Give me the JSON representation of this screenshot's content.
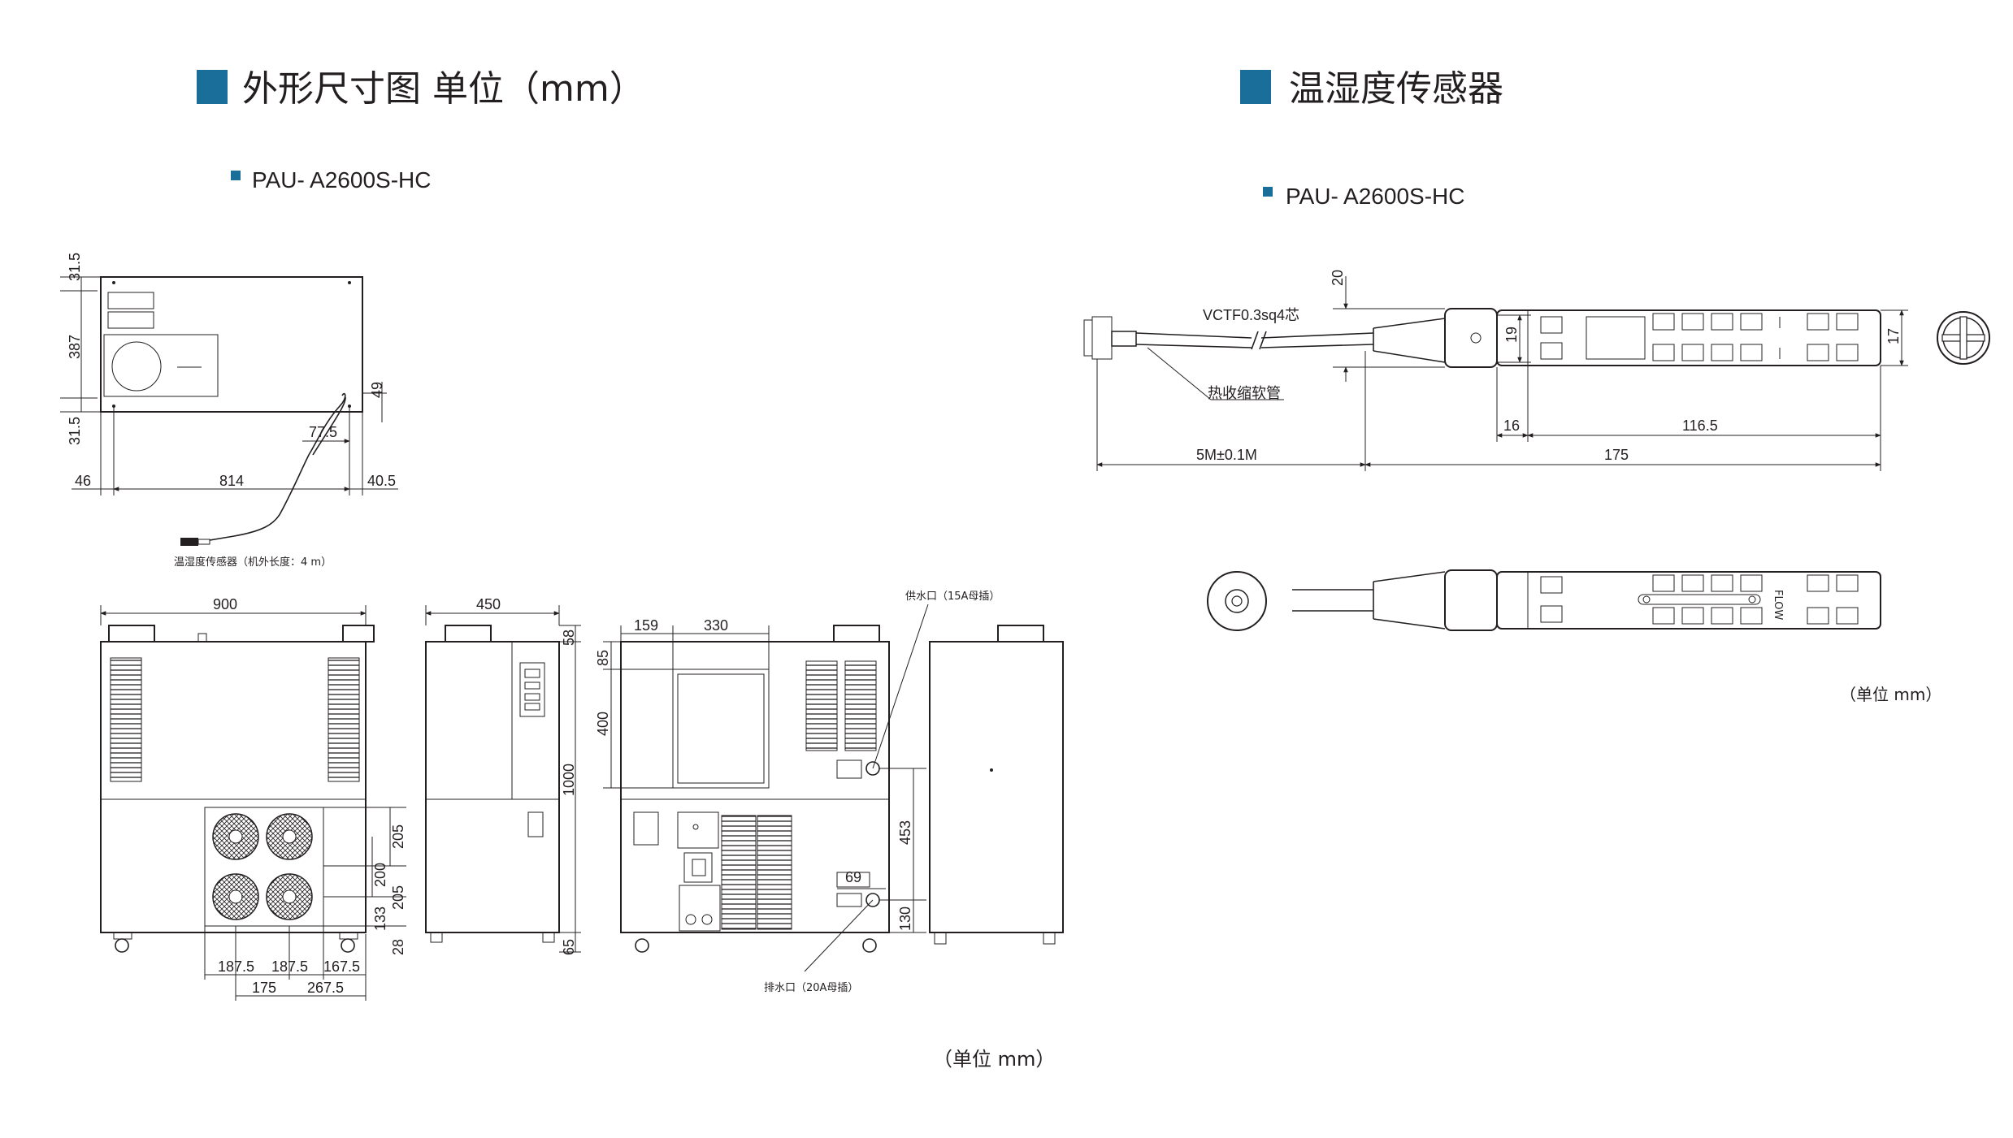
{
  "left": {
    "title": "外形尺寸图 单位（mm）",
    "model": "PAU- A2600S-HC",
    "top_view": {
      "dims": {
        "d31_5_top": "31.5",
        "d387": "387",
        "d31_5_bot": "31.5",
        "d49": "49",
        "d77_5": "77.5",
        "d46": "46",
        "d814": "814",
        "d40_5": "40.5"
      },
      "sensor_note": "温湿度传感器（机外长度：4 m）"
    },
    "front_view": {
      "dims": {
        "d900": "900",
        "d205a": "205",
        "d200": "200",
        "d205b": "205",
        "d133": "133",
        "d28": "28",
        "d187_5a": "187.5",
        "d187_5b": "187.5",
        "d167_5": "167.5",
        "d175": "175",
        "d267_5": "267.5"
      }
    },
    "side_view": {
      "dims": {
        "d450": "450",
        "d58": "58",
        "d1000": "1000",
        "d65": "65"
      }
    },
    "rear_view": {
      "dims": {
        "d159": "159",
        "d330": "330",
        "d85": "85",
        "d400": "400",
        "d453": "453",
        "d69": "69",
        "d130": "130"
      },
      "supply_label": "供水口（15A母插）",
      "drain_label": "排水口（20A母插）"
    },
    "unit_label": "（单位 mm）"
  },
  "right": {
    "title": "温湿度传感器",
    "model": "PAU- A2600S-HC",
    "sensor": {
      "cable_label": "VCTF0.3sq4芯",
      "tube_label": "热收缩软管",
      "flow_label": "FLOW",
      "dims": {
        "d20": "20",
        "d19": "19",
        "d17": "17",
        "d16": "16",
        "d116_5": "116.5",
        "d5m": "5M±0.1M",
        "d175": "175"
      }
    },
    "unit_label": "（单位 mm）"
  },
  "colors": {
    "accent": "#1a6f9a",
    "line": "#231f20",
    "background": "#ffffff"
  }
}
